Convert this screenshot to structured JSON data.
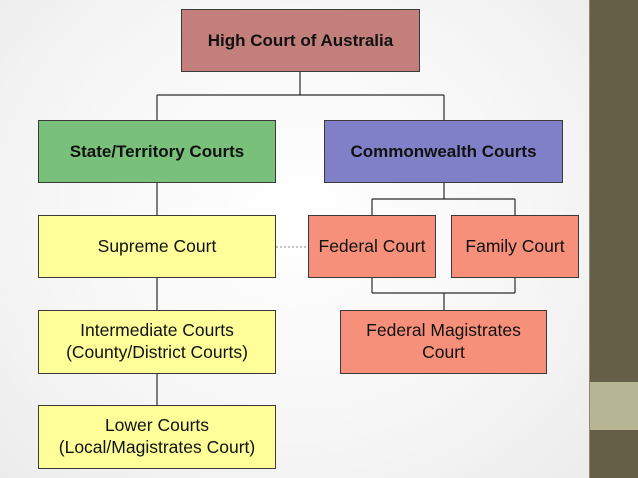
{
  "nodes": {
    "high_court": "High Court of Australia",
    "state_territory": "State/Territory Courts",
    "commonwealth": "Commonwealth Courts",
    "supreme": "Supreme Court",
    "federal": "Federal Court",
    "family": "Family Court",
    "intermediate_line1": "Intermediate Courts",
    "intermediate_line2": "(County/District Courts)",
    "federal_magistrates_line1": "Federal Magistrates",
    "federal_magistrates_line2": "Court",
    "lower_line1": "Lower Courts",
    "lower_line2": "(Local/Magistrates Court)"
  },
  "colors": {
    "high_court": "#c27f7b",
    "state_territory": "#79c07a",
    "commonwealth": "#8080c8",
    "supreme": "#ffff99",
    "federal": "#f7907a",
    "family": "#f7907a",
    "intermediate": "#ffff99",
    "federal_magistrates": "#f7907a",
    "lower": "#ffff99",
    "sidebar": "#655f47",
    "sidebar_accent": "#b7b694"
  }
}
